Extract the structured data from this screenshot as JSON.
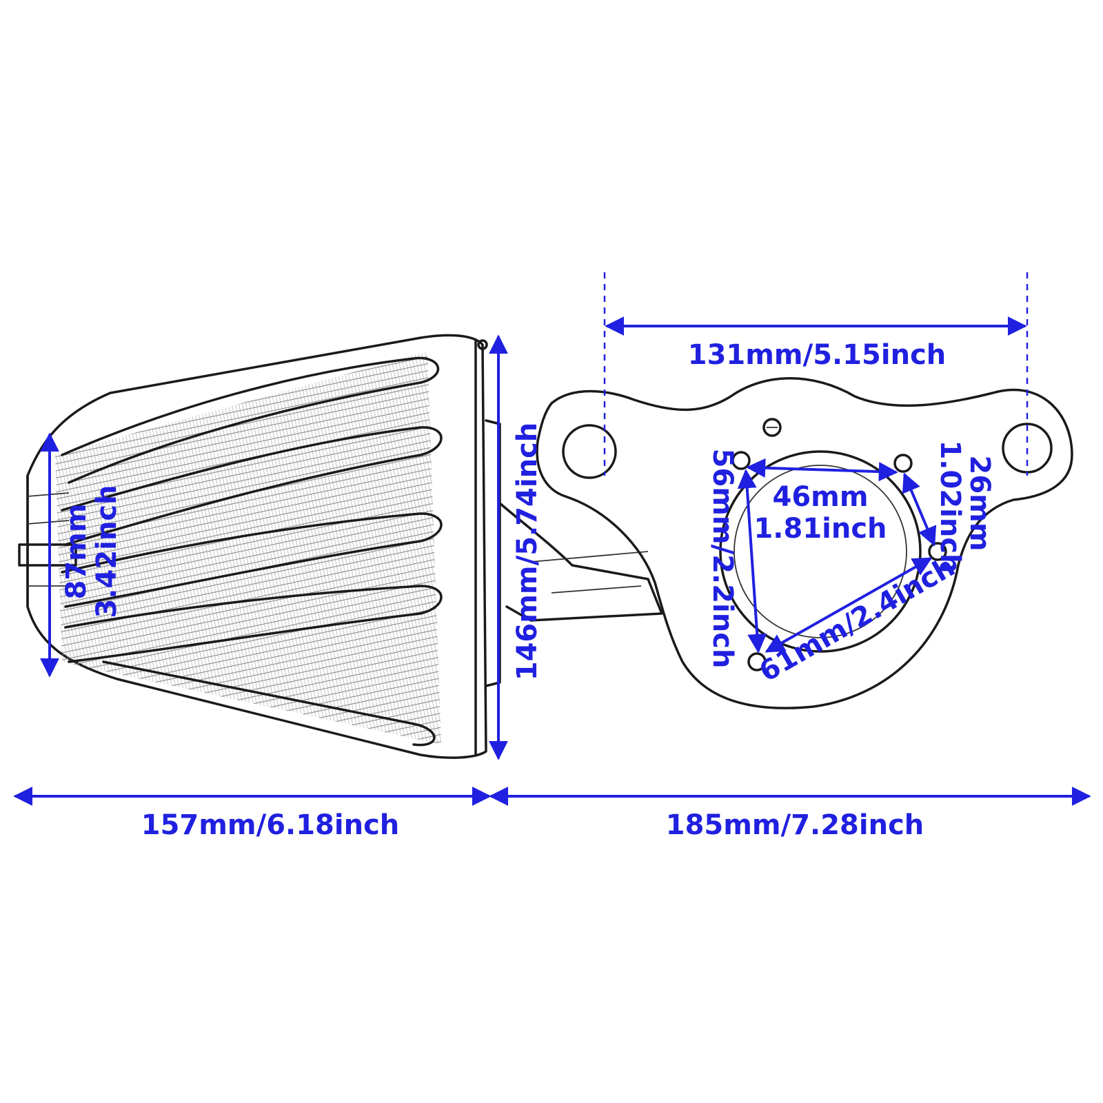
{
  "dimensions": {
    "overall_width_left": "157mm/6.18inch",
    "overall_width_right": "185mm/7.28inch",
    "mount_hole_spacing": "131mm/5.15inch",
    "filter_height": "146mm/5.74inch",
    "inlet_height_mm": "87mm",
    "inlet_height_inch": "3.42inch",
    "bolt_spacing_top_mm": "46mm",
    "bolt_spacing_top_inch": "1.81inch",
    "bolt_spacing_left": "56mm/2.2inch",
    "bolt_spacing_bottom": "61mm/2.4inch",
    "bolt_spacing_right_mm": "26mm",
    "bolt_spacing_right_inch": "1.02inch"
  },
  "colors": {
    "dimension": "#2020e0",
    "outline": "#1a1a1a",
    "background": "#ffffff"
  }
}
